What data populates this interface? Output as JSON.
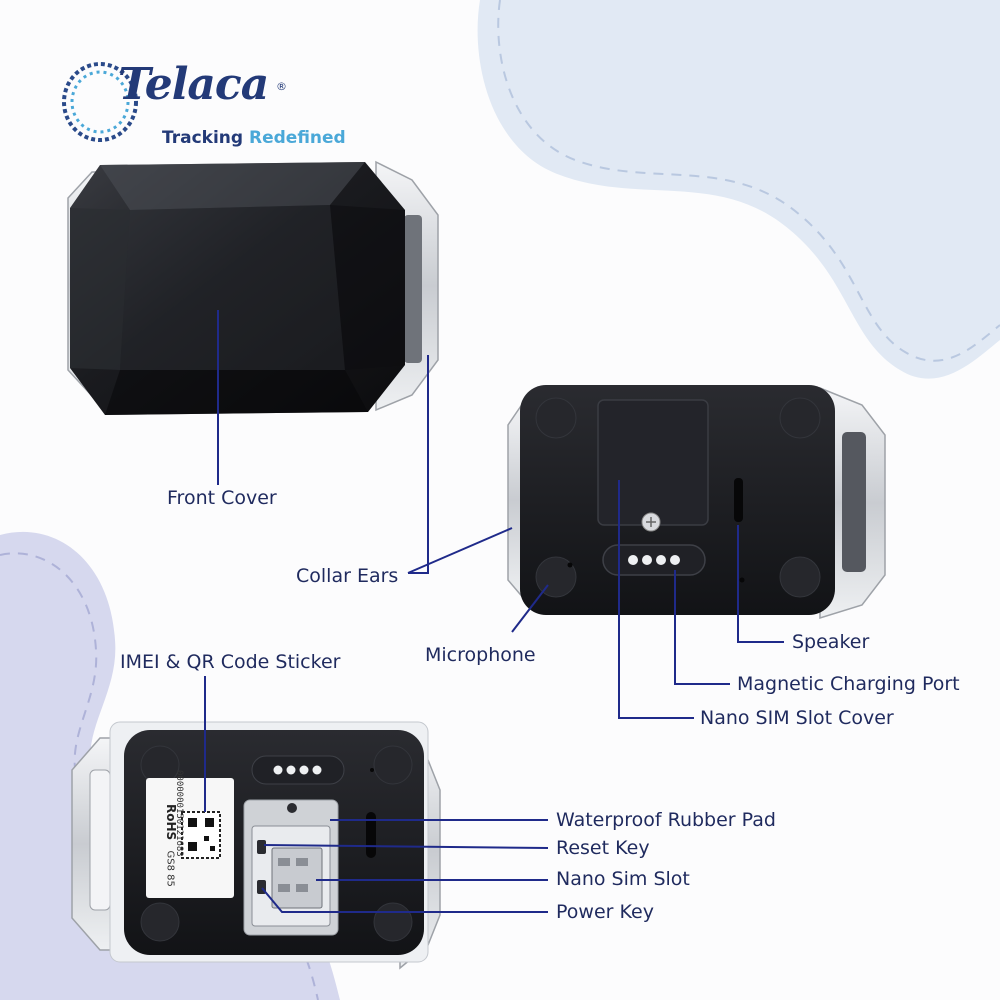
{
  "brand": {
    "name": "Telaca",
    "registered_mark": "®",
    "tagline_part1": "Tracking",
    "tagline_part2": "Redefined"
  },
  "colors": {
    "leader_line": "#1f2a8a",
    "label_text": "#1f2a5e",
    "brand_dark": "#233a78",
    "brand_light": "#4aa8d8",
    "blob_top_right": "#e1e9f4",
    "blob_bottom_left": "#d6d8ee",
    "device_body": "#1b1c20",
    "device_frame": "#dfe1e5"
  },
  "labels": {
    "front_cover": "Front Cover",
    "collar_ears": "Collar Ears",
    "microphone": "Microphone",
    "speaker": "Speaker",
    "magnetic_charging_port": "Magnetic Charging Port",
    "nano_sim_slot_cover": "Nano SIM Slot Cover",
    "imei_qr_sticker": "IMEI & QR Code Sticker",
    "waterproof_rubber_pad": "Waterproof Rubber Pad",
    "reset_key": "Reset Key",
    "nano_sim_slot": "Nano Sim Slot",
    "power_key": "Power Key"
  },
  "sticker": {
    "serial": "0000000150121683",
    "model": "GS8 85",
    "marks": "RoHS"
  }
}
